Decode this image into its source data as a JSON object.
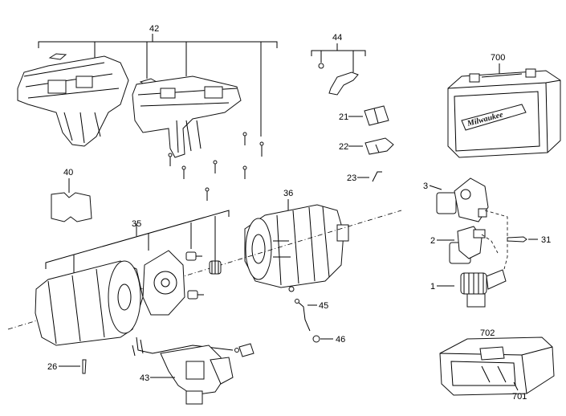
{
  "labels": {
    "l42": "42",
    "l44": "44",
    "l700": "700",
    "l21": "21",
    "l22": "22",
    "l23": "23",
    "l40": "40",
    "l36": "36",
    "l35": "35",
    "l3": "3",
    "l2": "2",
    "l31": "31",
    "l1": "1",
    "l45": "45",
    "l46": "46",
    "l26": "26",
    "l43": "43",
    "l702": "702",
    "l701": "701"
  },
  "case_logo_text": "Milwaukee"
}
